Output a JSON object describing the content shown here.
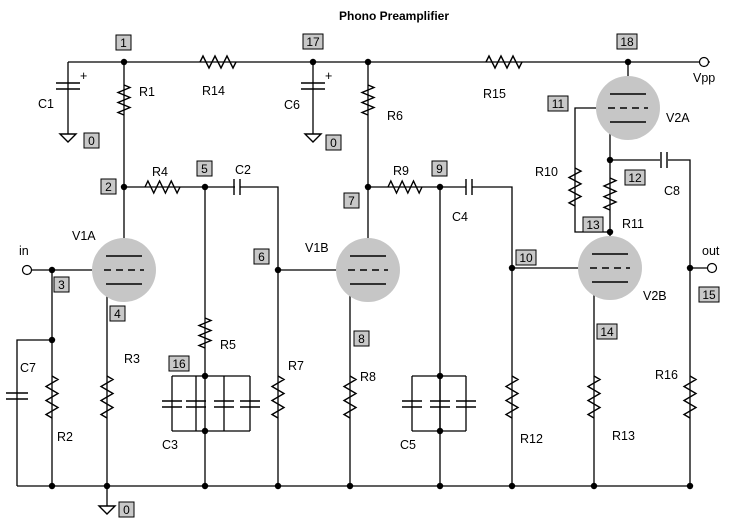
{
  "title": "Phono Preamplifier",
  "resistors": [
    "R1",
    "R2",
    "R3",
    "R4",
    "R5",
    "R6",
    "R7",
    "R8",
    "R9",
    "R10",
    "R11",
    "R12",
    "R13",
    "R14",
    "R15",
    "R16"
  ],
  "capacitors": [
    "C1",
    "C2",
    "C3",
    "C4",
    "C5",
    "C6",
    "C7",
    "C8"
  ],
  "tubes": [
    "V1A",
    "V1B",
    "V2A",
    "V2B"
  ],
  "nodes": [
    "1",
    "2",
    "3",
    "4",
    "5",
    "6",
    "7",
    "8",
    "9",
    "10",
    "11",
    "12",
    "13",
    "14",
    "15",
    "16",
    "17",
    "18",
    "0"
  ],
  "ports": {
    "input": "in",
    "output": "out",
    "supply": "Vpp"
  },
  "polarity": "+"
}
